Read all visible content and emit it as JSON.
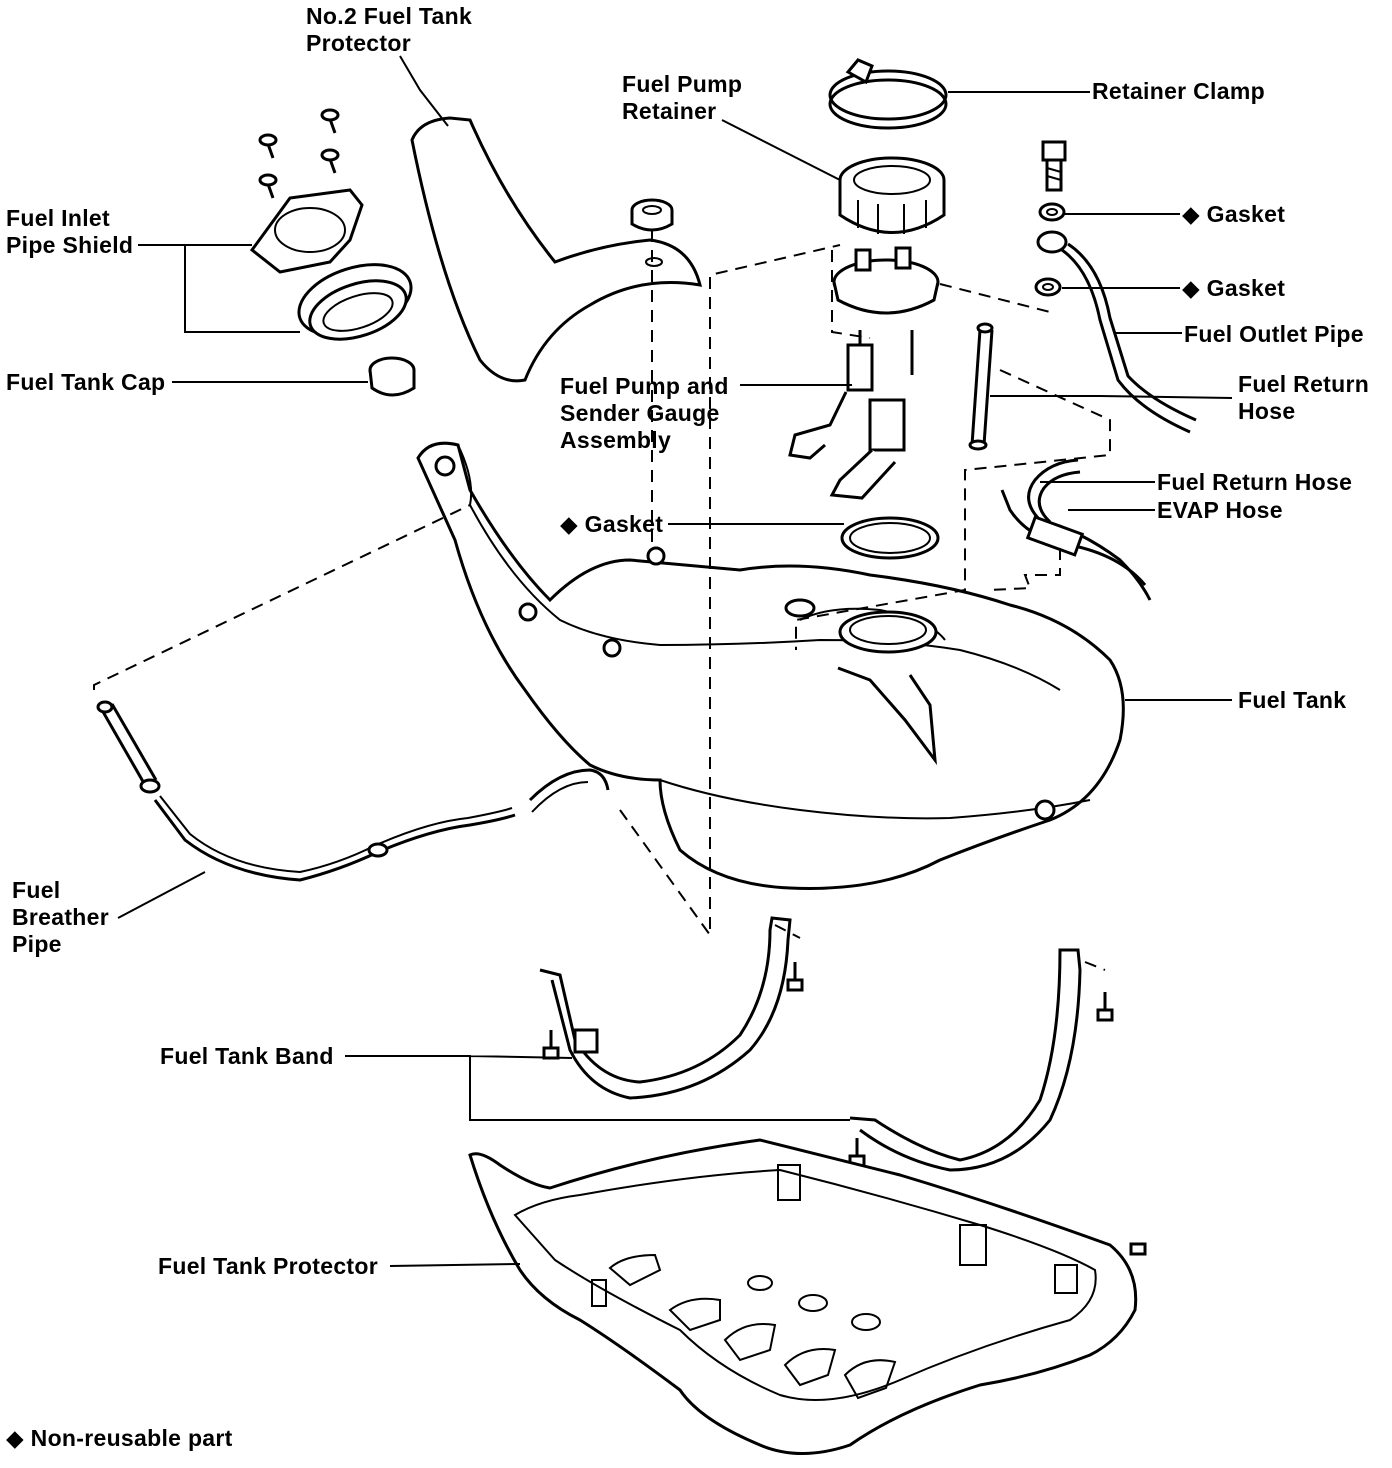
{
  "labels": {
    "no2_tank_protector": [
      "No.2 Fuel Tank",
      "Protector"
    ],
    "retainer_clamp": "Retainer Clamp",
    "fuel_pump_retainer": [
      "Fuel Pump",
      "Retainer"
    ],
    "gasket_top": "◆ Gasket",
    "gasket_mid": "◆ Gasket",
    "fuel_inlet_pipe_shield": [
      "Fuel Inlet",
      "Pipe Shield"
    ],
    "fuel_outlet_pipe": "Fuel Outlet Pipe",
    "fuel_tank_cap": "Fuel Tank Cap",
    "fuel_pump_sender": [
      "Fuel Pump and",
      "Sender Gauge",
      "Assembly"
    ],
    "fuel_return_hose_upper": [
      "Fuel Return",
      "Hose"
    ],
    "fuel_return_hose_lower": "Fuel Return Hose",
    "evap_hose": "EVAP Hose",
    "gasket_pump": "◆ Gasket",
    "fuel_tank": "Fuel Tank",
    "fuel_breather_pipe": [
      "Fuel",
      "Breather",
      "Pipe"
    ],
    "fuel_tank_band": "Fuel Tank Band",
    "fuel_tank_protector": "Fuel Tank Protector",
    "legend": "◆ Non-reusable part"
  }
}
